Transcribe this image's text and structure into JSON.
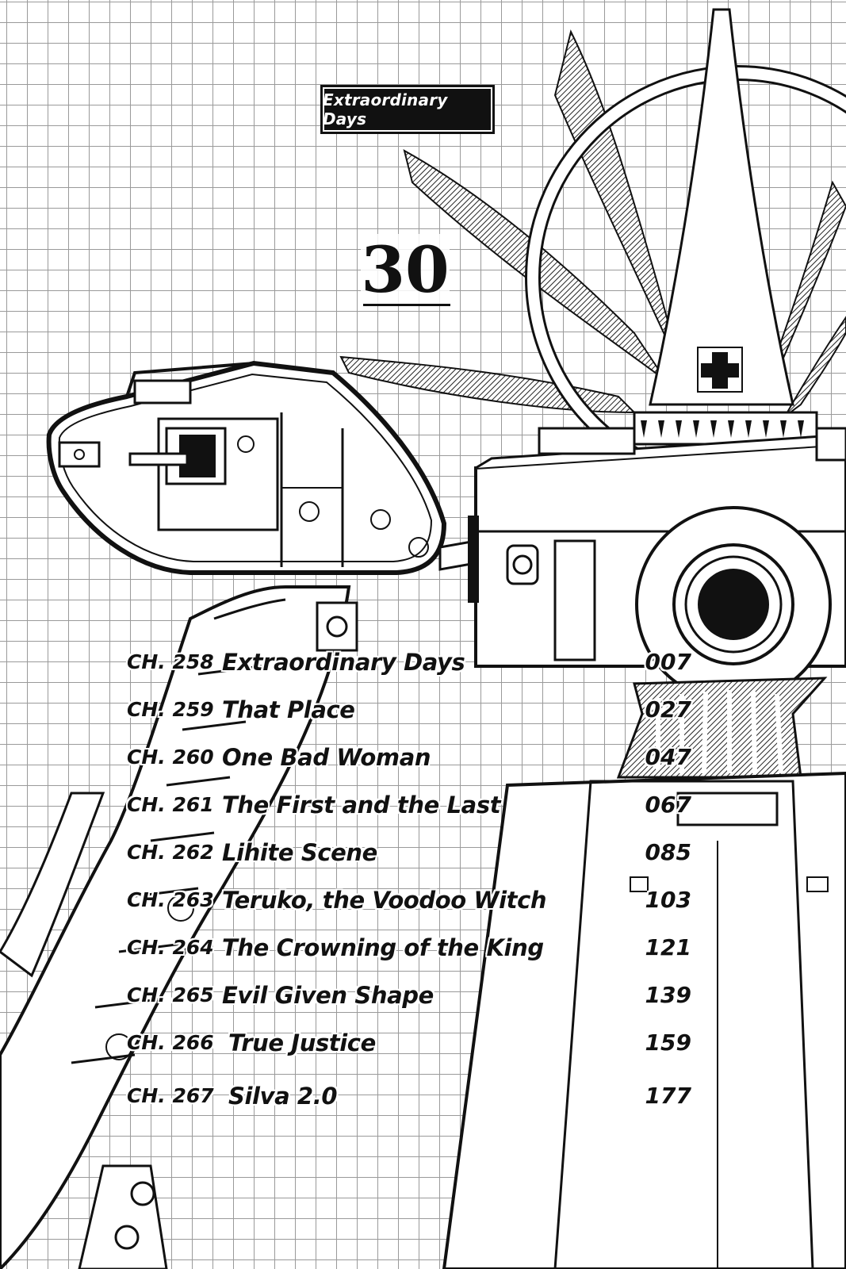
{
  "header": {
    "title": "Extraordinary Days",
    "volume": "30"
  },
  "toc": [
    {
      "chapter": "CH. 258",
      "title": "Extraordinary Days",
      "page": "007"
    },
    {
      "chapter": "CH. 259",
      "title": "That Place",
      "page": "027"
    },
    {
      "chapter": "CH. 260",
      "title": "One Bad Woman",
      "page": "047"
    },
    {
      "chapter": "CH. 261",
      "title": "The First and the Last",
      "page": "067"
    },
    {
      "chapter": "CH. 262",
      "title": "Lihite Scene",
      "page": "085"
    },
    {
      "chapter": "CH. 263",
      "title": "Teruko, the Voodoo Witch",
      "page": "103"
    },
    {
      "chapter": "CH. 264",
      "title": "The Crowning of the King",
      "page": "121"
    },
    {
      "chapter": "CH. 265",
      "title": "Evil Given Shape",
      "page": "139"
    },
    {
      "chapter": "CH. 266",
      "title": "True Justice",
      "page": "159"
    },
    {
      "chapter": "CH. 267",
      "title": "Silva 2.0",
      "page": "177"
    }
  ],
  "colors": {
    "ink": "#111111",
    "paper": "#ffffff",
    "grid": "#9a9a9a"
  },
  "illustration": {
    "icons": [
      "mark-i-tank-illustration",
      "tiger-tank-illustration",
      "winged-spire-illustration",
      "iron-cross-icon"
    ]
  }
}
